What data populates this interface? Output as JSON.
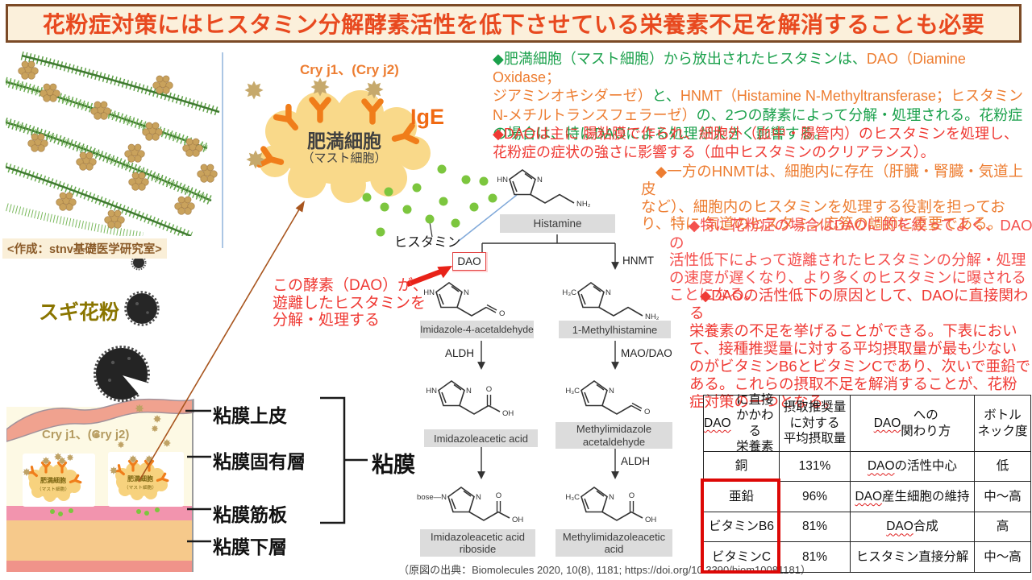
{
  "palette": {
    "green": "#1AA04B",
    "orange": "#ED7D31",
    "red": "#EF3A34",
    "red2": "#F4504E",
    "title": "#E8491F",
    "ige": "#F06A13",
    "credit": "#8A5A28",
    "sugi": "#8A7500",
    "mucosa_cry": "#B49B60",
    "wavy_underline": "#E02020",
    "mast_cell_fill": "#F9D98A",
    "receptor_orange": "#F07D1A",
    "histamine_dot_green": "#7CC63E",
    "table_border": "#222222",
    "highlight_box_red": "#DD0806"
  },
  "title": "花粉症対策にはヒスタミン分解酵素活性を低下させている栄養素不足を解消することも必要",
  "credit": "<作成：stnv基礎医学研究室>",
  "photo_label": "スギ花粉",
  "mast": {
    "cry": "Cry j1、(Cry j2)",
    "ige": "IgE",
    "cell_line1": "肥満細胞",
    "cell_line2": "（マスト細胞）",
    "histamine": "ヒスタミン",
    "dao_note": "この酵素（DAO）が、\n遊離したヒスタミンを\n分解・処理する"
  },
  "mucosa": {
    "cry": "Cry j1、(Cry j2)",
    "layers": [
      "粘膜上皮",
      "粘膜固有層",
      "粘膜筋板",
      "粘膜下層"
    ],
    "bracket": "粘膜",
    "cell_line1": "肥満細胞",
    "cell_line2": "（マスト細胞）"
  },
  "pathway": {
    "nodes": {
      "histamine": "Histamine",
      "imid4ald": "Imidazole-4-acetaldehyde",
      "methylhistamine": "1-Methylhistamine",
      "imidacid": "Imidazoleacetic acid",
      "methylimidald": "Methylimidazole\nacetaldehyde",
      "riboside": "Imidazoleacetic acid\nriboside",
      "methylimidacid": "Methylimidazoleacetic\nacid"
    },
    "enzymes": {
      "dao": "DAO",
      "hnmt": "HNMT",
      "aldh_left": "ALDH",
      "maodao": "MAO/DAO",
      "aldh_right": "ALDH"
    },
    "atoms": {
      "n": "N",
      "hn": "HN",
      "nh2": "NH₂",
      "h3c": "H₃C",
      "o": "O",
      "oh": "OH",
      "ribose": "bose—N"
    },
    "citation": "（原図の出典：Biomolecules 2020, 10(8), 1181; https://doi.org/10.3390/biom10081181）"
  },
  "bullets": [
    {
      "segments": [
        {
          "t": "◆肥満細胞（マスト細胞）から放出されたヒスタミンは、",
          "c": "green"
        },
        {
          "t": "DAO（Diamine Oxidase；\nジアミンオキシダーゼ）",
          "c": "orange"
        },
        {
          "t": "と、",
          "c": "green"
        },
        {
          "t": "HNMT（Histamine N-Methyltransferase；ヒスタミン\nN-メチルトランスフェラーゼ）",
          "c": "orange"
        },
        {
          "t": "の、2つの酵素によって分解・処理される。花粉症\nの場合は、特にDAOによる処理が大きく影響する。",
          "c": "green"
        }
      ]
    },
    {
      "segments": [
        {
          "t": "◆DAOは主に 腸粘膜で作られ、細胞外（血中・腸管内）のヒスタミンを処理し、\n花粉症の症状の強さに影響する（血中ヒスタミンのクリアランス）。",
          "c": "red"
        }
      ]
    },
    {
      "segments": [
        {
          "t": "◆一方のHNMTは、細胞内に存在（肝臓・腎臓・気道上皮\nなど）、細胞内のヒスタミンを処理する役割を担ってお\nり、特に 気道のヒスタミン応答の調節に重要である。",
          "c": "orange"
        }
      ]
    },
    {
      "segments": [
        {
          "t": "◆特に花粉症の場合はDAOに的を絞ってよく、DAOの\n活性低下によって遊離されたヒスタミンの分解・処理\nの速度が遅くなり、より多くのヒスタミンに曝される\nことになる。",
          "c": "red2"
        }
      ]
    },
    {
      "segments": [
        {
          "t": "◆DAOの活性低下の原因として、DAOに直接関わる\n栄養素の不足を挙げることができる。下表におい\nて、接種推奨量に対する平均摂取量が最も少ない\nのがビタミンB6とビタミンCであり、次いで亜鉛で\nある。これらの摂取不足を解消することが、花粉\n症対策の一つとなる。",
          "c": "red"
        }
      ]
    }
  ],
  "table": {
    "headers": [
      [
        {
          "t": "DAO",
          "wavy": true
        },
        {
          "t": "に直接\nかかわる\n栄養素"
        }
      ],
      [
        {
          "t": "摂取推奨量\nに対する\n平均摂取量"
        }
      ],
      [
        {
          "t": "DAO",
          "wavy": true
        },
        {
          "t": " への\n関わり方"
        }
      ],
      [
        {
          "t": "ボトル\nネック度"
        }
      ]
    ],
    "rows": [
      [
        [
          {
            "t": "銅"
          }
        ],
        [
          {
            "t": "131%"
          }
        ],
        [
          {
            "t": "DAO",
            "wavy": true
          },
          {
            "t": " の活性中心"
          }
        ],
        [
          {
            "t": "低"
          }
        ]
      ],
      [
        [
          {
            "t": "亜鉛"
          }
        ],
        [
          {
            "t": "96%"
          }
        ],
        [
          {
            "t": "DAO",
            "wavy": true
          },
          {
            "t": " 産生細胞の維持"
          }
        ],
        [
          {
            "t": "中～高"
          }
        ]
      ],
      [
        [
          {
            "t": "ビタミンB6"
          }
        ],
        [
          {
            "t": "81%"
          }
        ],
        [
          {
            "t": "DAO",
            "wavy": true
          },
          {
            "t": " 合成"
          }
        ],
        [
          {
            "t": "高"
          }
        ]
      ],
      [
        [
          {
            "t": "ビタミンC"
          }
        ],
        [
          {
            "t": "81%"
          }
        ],
        [
          {
            "t": "ヒスタミン直接分解"
          }
        ],
        [
          {
            "t": "中～高"
          }
        ]
      ]
    ]
  }
}
